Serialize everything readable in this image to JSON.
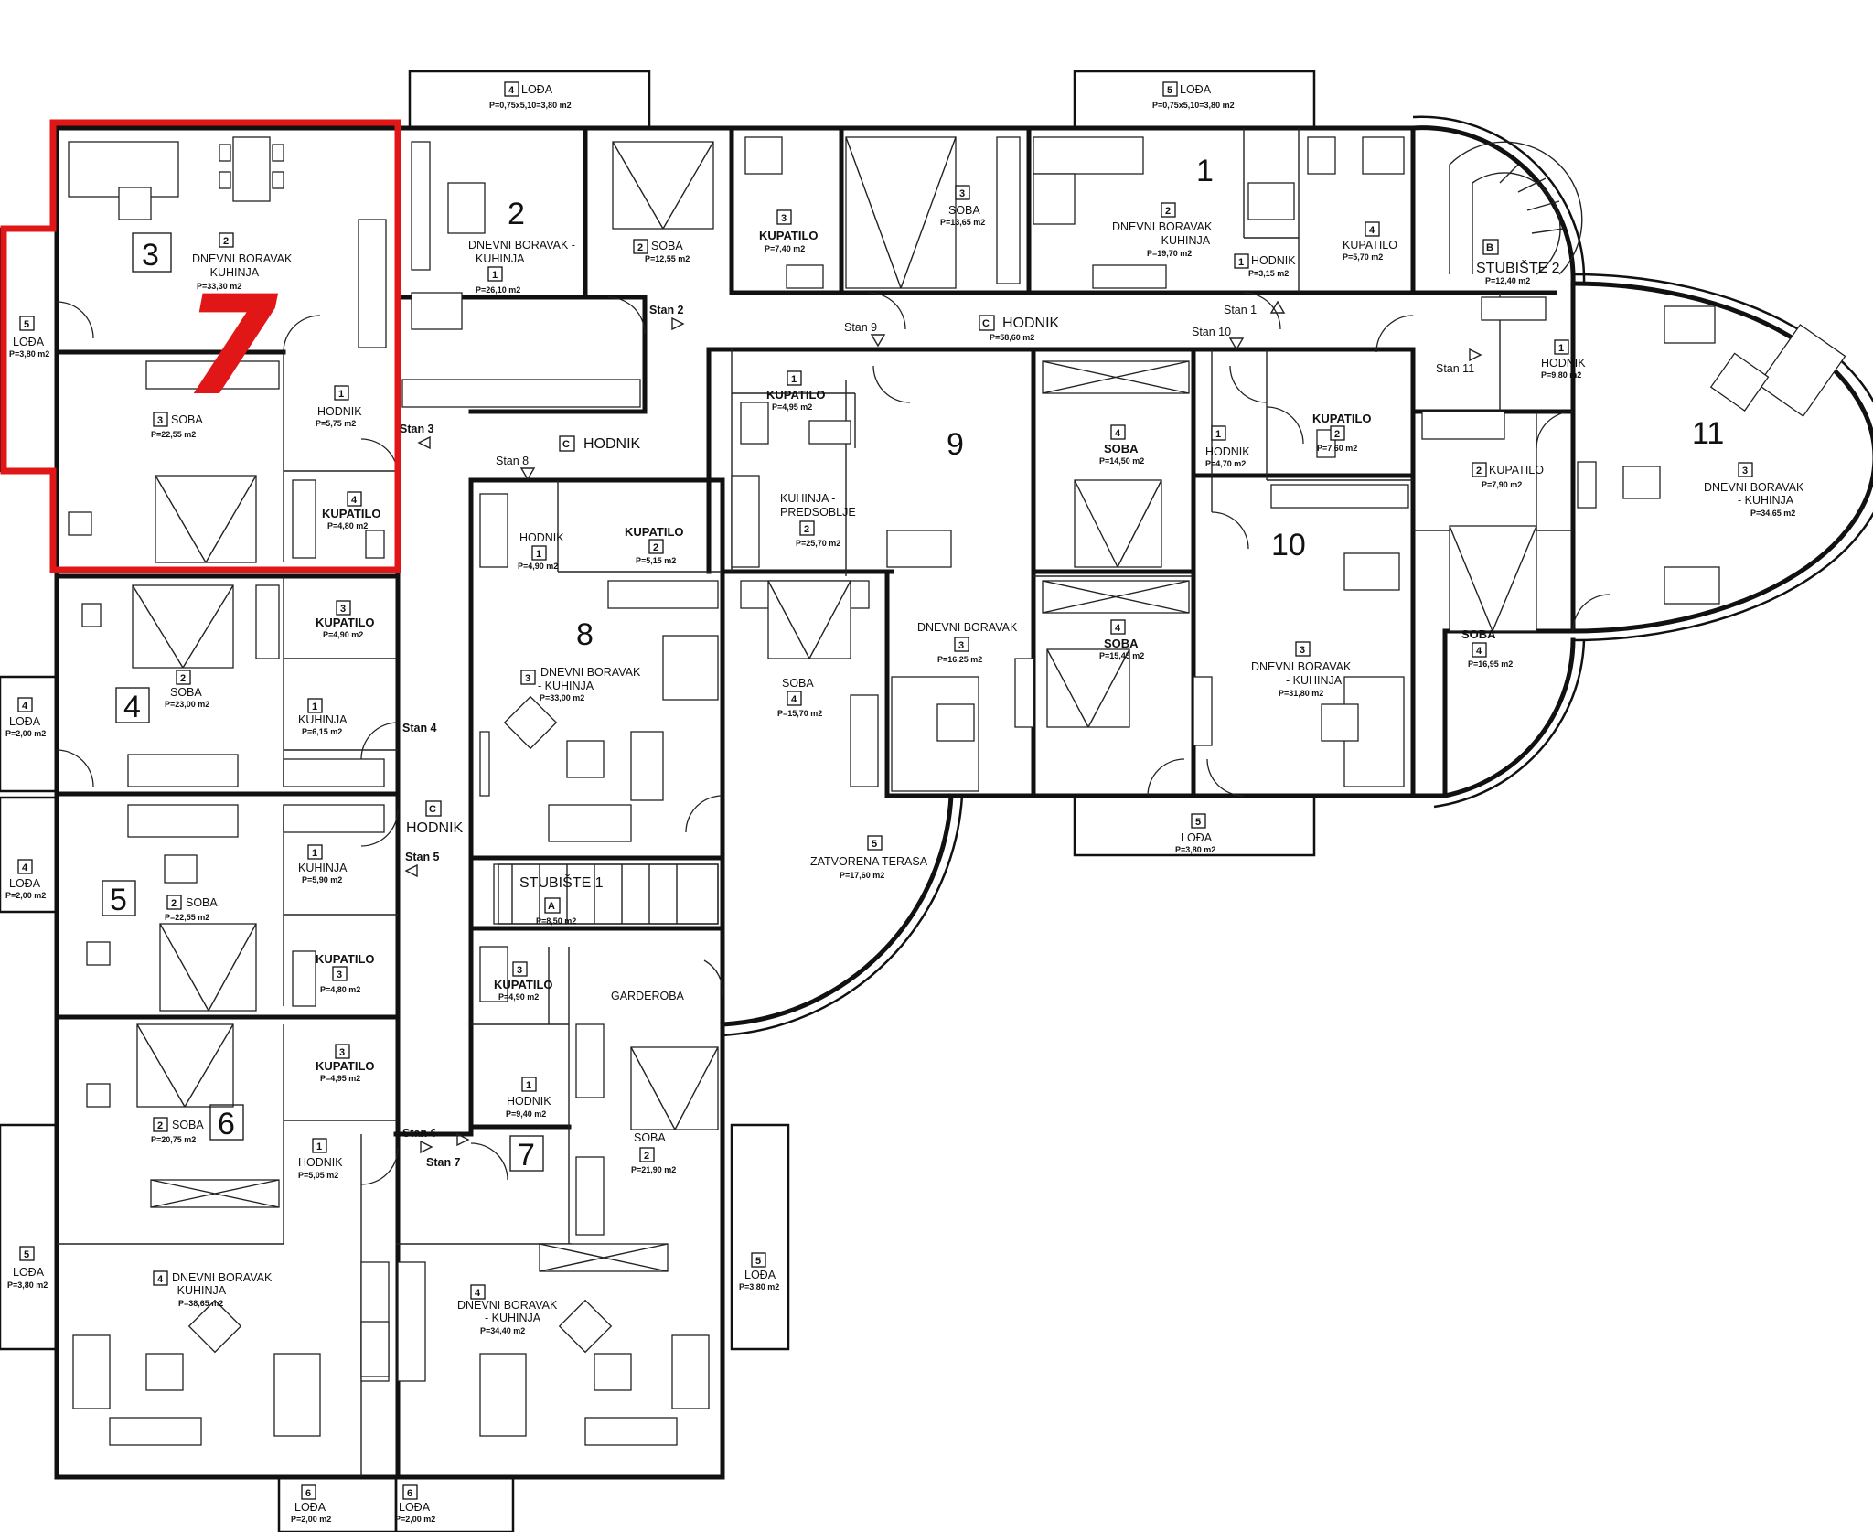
{
  "highlight": {
    "label": "7",
    "color": "#e11717"
  },
  "apartments": [
    "1",
    "2",
    "3",
    "4",
    "5",
    "6",
    "7",
    "8",
    "9",
    "10",
    "11"
  ],
  "corridors": {
    "c_label": "C",
    "hodnik": "HODNIK",
    "main_area": "P=58,60 m2",
    "stubiste1": {
      "letter": "A",
      "name": "STUBIŠTE 1",
      "area": "P=8,50 m2"
    },
    "stubiste2": {
      "letter": "B",
      "name": "STUBIŠTE 2",
      "area": "P=12,40 m2"
    }
  },
  "entrances": {
    "stan1": "Stan 1",
    "stan2": "Stan 2",
    "stan3": "Stan 3",
    "stan4": "Stan 4",
    "stan5": "Stan 5",
    "stan6": "Stan 6",
    "stan7": "Stan 7",
    "stan8": "Stan 8",
    "stan9": "Stan 9",
    "stan10": "Stan 10",
    "stan11": "Stan 11"
  },
  "rooms": {
    "a1_1": {
      "n": "1",
      "name": "HODNIK",
      "area": "P=3,15 m2"
    },
    "a1_2": {
      "n": "2",
      "name1": "DNEVNI BORAVAK",
      "name2": "- KUHINJA",
      "area": "P=19,70 m2"
    },
    "a1_3": {
      "n": "3",
      "name": "SOBA",
      "area": "P=13,65 m2"
    },
    "a1_4": {
      "n": "4",
      "name": "KUPATILO",
      "area": "P=5,70 m2"
    },
    "a1_5": {
      "n": "5",
      "name": "LOĐA",
      "area": "P=0,75x5,10=3,80 m2"
    },
    "a2_1": {
      "n": "1",
      "name1": "DNEVNI BORAVAK -",
      "name2": "KUHINJA",
      "area": "P=26,10 m2"
    },
    "a2_2": {
      "n": "2",
      "name": "SOBA",
      "area": "P=12,55 m2"
    },
    "a2_3": {
      "n": "3",
      "name": "KUPATILO",
      "area": "P=7,40 m2"
    },
    "a2_4": {
      "n": "4",
      "name": "LOĐA",
      "area": "P=0,75x5,10=3,80 m2"
    },
    "a3_1": {
      "n": "1",
      "name": "HODNIK",
      "area": "P=5,75 m2"
    },
    "a3_2": {
      "n": "2",
      "name1": "DNEVNI BORAVAK",
      "name2": "- KUHINJA",
      "area": "P=33,30 m2"
    },
    "a3_3": {
      "n": "3",
      "name": "SOBA",
      "area": "P=22,55 m2"
    },
    "a3_4": {
      "n": "4",
      "name": "KUPATILO",
      "area": "P=4,80 m2"
    },
    "a3_5": {
      "n": "5",
      "name": "LOĐA",
      "area": "P=3,80 m2"
    },
    "a4_1": {
      "n": "1",
      "name": "KUHINJA",
      "area": "P=6,15 m2"
    },
    "a4_2": {
      "n": "2",
      "name": "SOBA",
      "area": "P=23,00 m2"
    },
    "a4_3": {
      "n": "3",
      "name": "KUPATILO",
      "area": "P=4,90 m2"
    },
    "a4_4": {
      "n": "4",
      "name": "LOĐA",
      "area": "P=2,00 m2"
    },
    "a5_1": {
      "n": "1",
      "name": "KUHINJA",
      "area": "P=5,90 m2"
    },
    "a5_2": {
      "n": "2",
      "name": "SOBA",
      "area": "P=22,55 m2"
    },
    "a5_3": {
      "n": "3",
      "name": "KUPATILO",
      "area": "P=4,80 m2"
    },
    "a5_4": {
      "n": "4",
      "name": "LOĐA",
      "area": "P=2,00 m2"
    },
    "a6_1": {
      "n": "1",
      "name": "HODNIK",
      "area": "P=5,05 m2"
    },
    "a6_2": {
      "n": "2",
      "name": "SOBA",
      "area": "P=20,75 m2"
    },
    "a6_3": {
      "n": "3",
      "name": "KUPATILO",
      "area": "P=4,95 m2"
    },
    "a6_4": {
      "n": "4",
      "name1": "DNEVNI BORAVAK",
      "name2": "- KUHINJA",
      "area": "P=38,65 m2"
    },
    "a6_5": {
      "n": "5",
      "name": "LOĐA",
      "area": "P=3,80 m2"
    },
    "a6_6": {
      "n": "6",
      "name": "LOĐA",
      "area": "P=2,00 m2"
    },
    "a7_1": {
      "n": "1",
      "name": "HODNIK",
      "area": "P=9,40 m2"
    },
    "a7_2": {
      "n": "2",
      "name": "SOBA",
      "area": "P=21,90 m2"
    },
    "a7_3": {
      "n": "3",
      "name": "KUPATILO",
      "area": "P=4,90 m2"
    },
    "a7_4": {
      "n": "4",
      "name1": "DNEVNI BORAVAK",
      "name2": "- KUHINJA",
      "area": "P=34,40 m2"
    },
    "a7_5": {
      "n": "5",
      "name": "LOĐA",
      "area": "P=3,80 m2"
    },
    "a7_6": {
      "n": "6",
      "name": "LOĐA",
      "area": "P=2,00 m2"
    },
    "a7_g": {
      "name": "GARDEROBA"
    },
    "a8_1": {
      "n": "1",
      "name": "HODNIK",
      "area": "P=4,90 m2"
    },
    "a8_2": {
      "n": "2",
      "name": "KUPATILO",
      "area": "P=5,15 m2"
    },
    "a8_3": {
      "n": "3",
      "name1": "DNEVNI BORAVAK",
      "name2": "- KUHINJA",
      "area": "P=33,00 m2"
    },
    "a8_5": {
      "n": "5",
      "name": "ZATVORENA TERASA",
      "area": "P=17,60 m2"
    },
    "a9_1": {
      "n": "1",
      "name": "KUPATILO",
      "area": "P=4,95 m2"
    },
    "a9_2": {
      "n": "2",
      "name1": "KUHINJA -",
      "name2": "PREDSOBLJE",
      "area": "P=25,70 m2"
    },
    "a9_3": {
      "n": "3",
      "name": "DNEVNI BORAVAK",
      "area": "P=16,25 m2"
    },
    "a9_4": {
      "n": "4",
      "name": "SOBA",
      "area": "P=15,70 m2"
    },
    "a10_1": {
      "n": "1",
      "name": "HODNIK",
      "area": "P=4,70 m2"
    },
    "a10_2": {
      "n": "2",
      "name": "KUPATILO",
      "area": "P=7,60 m2"
    },
    "a10_3": {
      "n": "3",
      "name1": "DNEVNI BORAVAK",
      "name2": "- KUHINJA",
      "area": "P=31,80 m2"
    },
    "a10_4a": {
      "n": "4",
      "name": "SOBA",
      "area": "P=14,50 m2"
    },
    "a10_4b": {
      "n": "4",
      "name": "SOBA",
      "area": "P=15,45 m2"
    },
    "a10_5": {
      "n": "5",
      "name": "LOĐA",
      "area": "P=3,80 m2"
    },
    "a11_1": {
      "n": "1",
      "name": "HODNIK",
      "area": "P=9,80 m2"
    },
    "a11_2": {
      "n": "2",
      "name": "KUPATILO",
      "area": "P=7,90 m2"
    },
    "a11_3": {
      "n": "3",
      "name1": "DNEVNI BORAVAK",
      "name2": "- KUHINJA",
      "area": "P=34,65 m2"
    },
    "a11_4": {
      "n": "4",
      "name": "SOBA",
      "area": "P=16,95 m2"
    }
  }
}
